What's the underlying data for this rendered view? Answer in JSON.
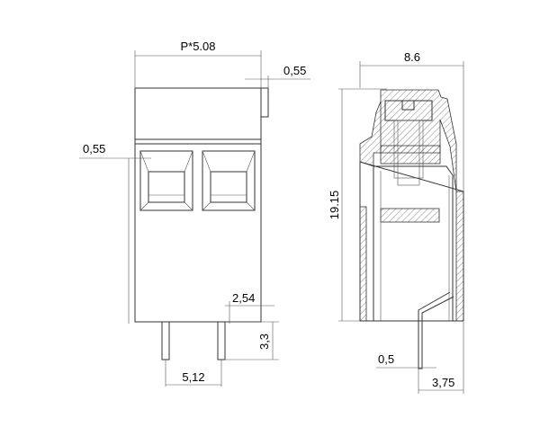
{
  "front_view": {
    "pitch_label": "P*5.08",
    "tab_width_label": "0,55",
    "left_offset_label": "0,55",
    "pin_offset_label": "2,54",
    "pin_length_label": "3,3",
    "pin_spacing_label": "5,12"
  },
  "side_view": {
    "width_label": "8.6",
    "height_label": "19.15",
    "pin_thickness_label": "0,5",
    "pin_offset_label": "3,75"
  }
}
